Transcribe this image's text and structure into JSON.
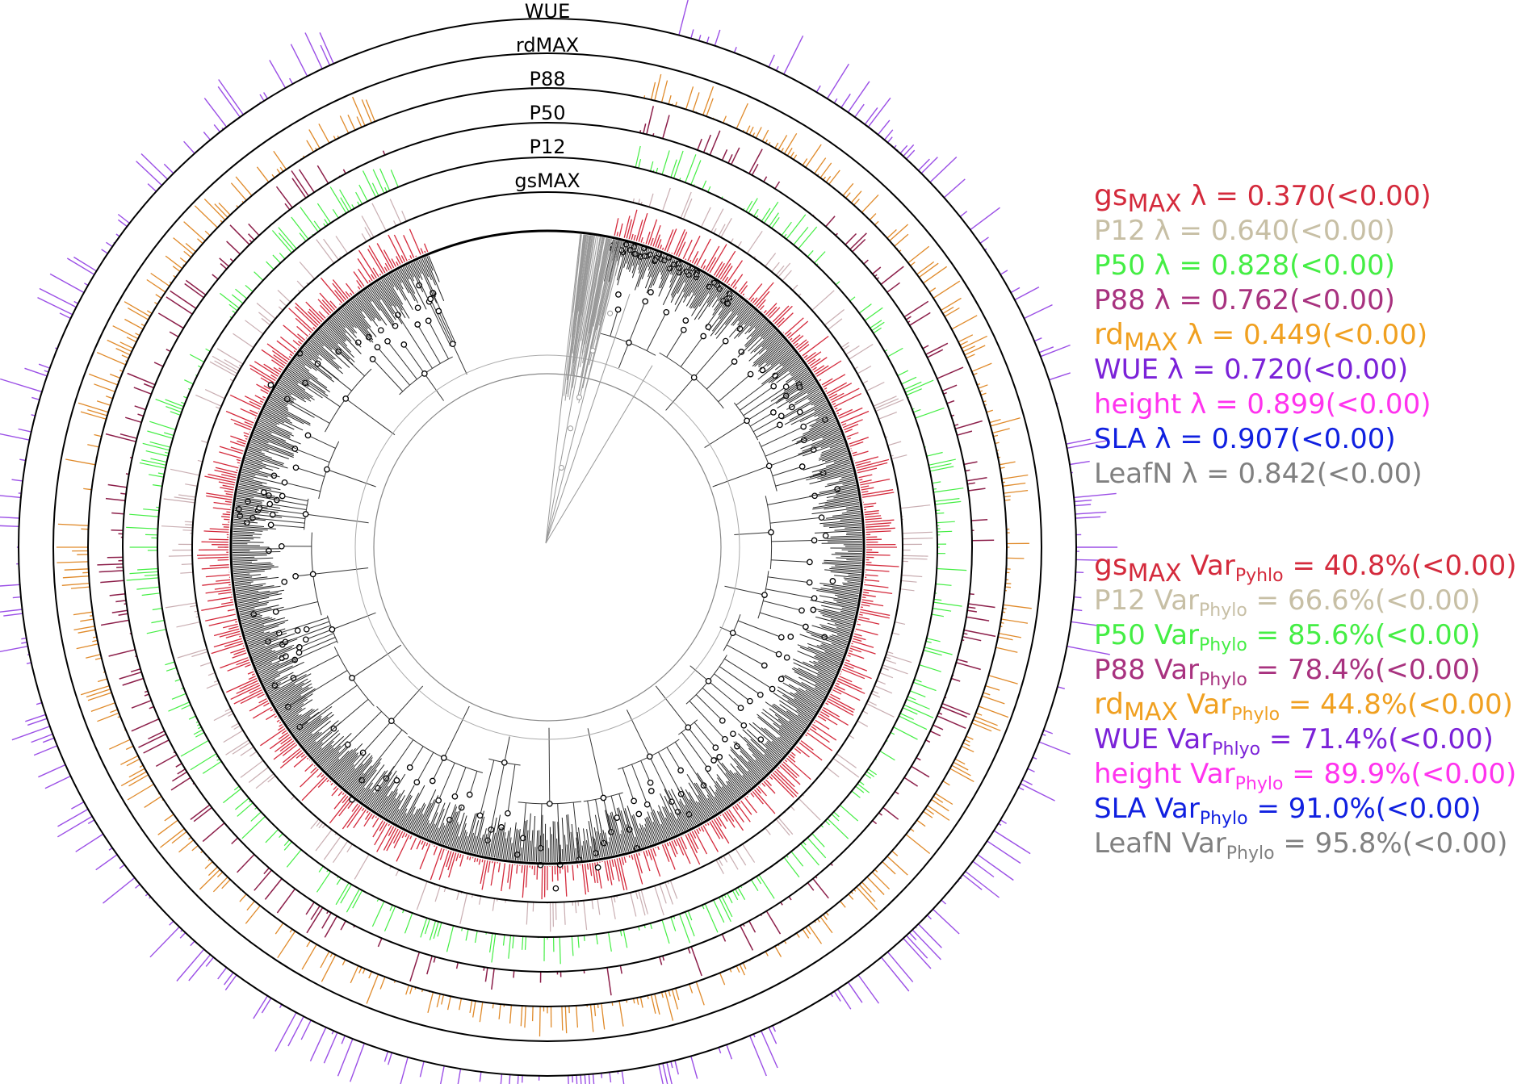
{
  "rings": {
    "labels": [
      "WUE",
      "rdMAX",
      "P88",
      "P50",
      "P12",
      "gsMAX"
    ]
  },
  "colors": {
    "gsMAX": "#d42a3c",
    "P12": "#c7bfa5",
    "P12_bars": "#c9aeb2",
    "P50": "#44ee44",
    "P88": "#a8327f",
    "P88_bars": "#8c1f4a",
    "rdMAX": "#f0a020",
    "rdMAX_bars": "#e08a2a",
    "WUE": "#7b22d8",
    "WUE_bars": "#9b4fe6",
    "height": "#ff33ee",
    "SLA": "#1020e0",
    "LeafN": "#808080"
  },
  "lambda_legend": [
    {
      "key": "gsMAX",
      "trait": "gs",
      "trait_sub": "MAX",
      "stat": "λ = 0.370(<0.00)"
    },
    {
      "key": "P12",
      "trait": "P12",
      "trait_sub": "",
      "stat": "λ = 0.640(<0.00)"
    },
    {
      "key": "P50",
      "trait": "P50",
      "trait_sub": "",
      "stat": "λ = 0.828(<0.00)"
    },
    {
      "key": "P88",
      "trait": "P88",
      "trait_sub": "",
      "stat": "λ = 0.762(<0.00)"
    },
    {
      "key": "rdMAX",
      "trait": "rd",
      "trait_sub": "MAX",
      "stat": "λ = 0.449(<0.00)"
    },
    {
      "key": "WUE",
      "trait": "WUE",
      "trait_sub": "",
      "stat": "λ = 0.720(<0.00)"
    },
    {
      "key": "height",
      "trait": "height",
      "trait_sub": "",
      "stat": "λ = 0.899(<0.00)"
    },
    {
      "key": "SLA",
      "trait": "SLA",
      "trait_sub": "",
      "stat": "λ = 0.907(<0.00)"
    },
    {
      "key": "LeafN",
      "trait": "LeafN",
      "trait_sub": "",
      "stat": "λ = 0.842(<0.00)"
    }
  ],
  "var_legend": [
    {
      "key": "gsMAX",
      "trait": "gs",
      "trait_sub": "MAX",
      "var": "Var",
      "var_sub": "Pyhlo",
      "stat": "= 40.8%(<0.00)"
    },
    {
      "key": "P12",
      "trait": "P12",
      "trait_sub": "",
      "var": "Var",
      "var_sub": "Phylo",
      "stat": "= 66.6%(<0.00)"
    },
    {
      "key": "P50",
      "trait": "P50",
      "trait_sub": "",
      "var": "Var",
      "var_sub": "Phylo",
      "stat": "= 85.6%(<0.00)"
    },
    {
      "key": "P88",
      "trait": "P88",
      "trait_sub": "",
      "var": "Var",
      "var_sub": "Phylo",
      "stat": "= 78.4%(<0.00)"
    },
    {
      "key": "rdMAX",
      "trait": "rd",
      "trait_sub": "MAX",
      "var": "Var",
      "var_sub": "Phylo",
      "stat": "= 44.8%(<0.00)"
    },
    {
      "key": "WUE",
      "trait": "WUE",
      "trait_sub": "",
      "var": "Var",
      "var_sub": "Phlyo",
      "stat": "= 71.4%(<0.00)"
    },
    {
      "key": "height",
      "trait": "height",
      "trait_sub": "",
      "var": "Var",
      "var_sub": "Phylo",
      "stat": "= 89.9%(<0.00)"
    },
    {
      "key": "SLA",
      "trait": "SLA",
      "trait_sub": "",
      "var": "Var",
      "var_sub": "Phylo",
      "stat": "= 91.0%(<0.00)"
    },
    {
      "key": "LeafN",
      "trait": "LeafN",
      "trait_sub": "",
      "var": "Var",
      "var_sub": "Phylo",
      "stat": "= 95.8%(<0.00)"
    }
  ]
}
